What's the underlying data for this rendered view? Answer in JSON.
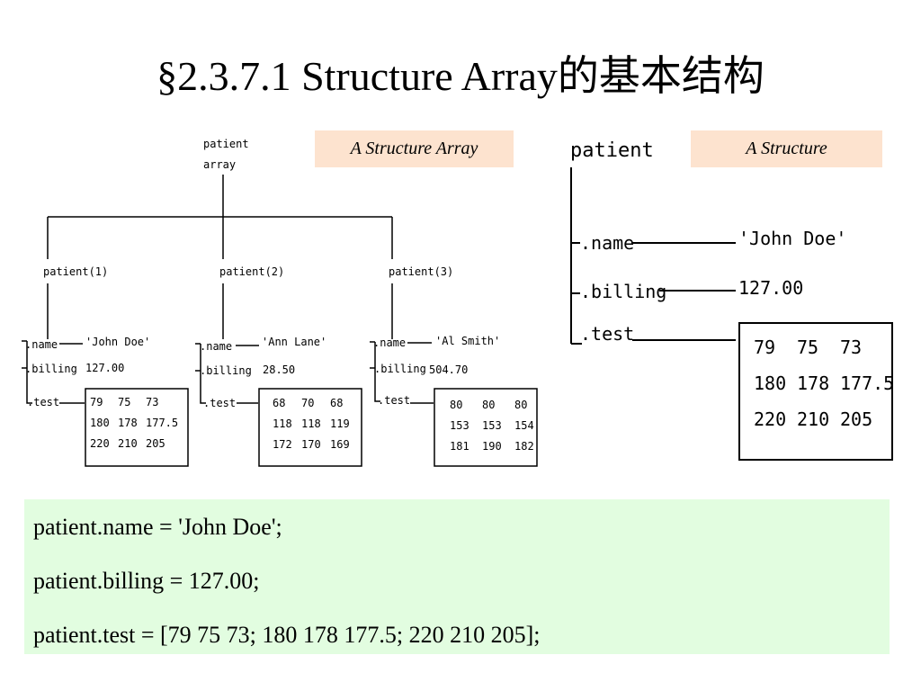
{
  "title": "§2.3.7.1  Structure Array的基本结构",
  "tags": {
    "array": "A Structure Array",
    "structure": "A Structure"
  },
  "array_diagram": {
    "root_line1": "patient",
    "root_line2": "array",
    "elements": [
      {
        "label": "patient(1)",
        "name": "'John Doe'",
        "billing": "127.00",
        "test": [
          [
            "79",
            "75",
            "73"
          ],
          [
            "180",
            "178",
            "177.5"
          ],
          [
            "220",
            "210",
            "205"
          ]
        ]
      },
      {
        "label": "patient(2)",
        "name": "'Ann Lane'",
        "billing": "28.50",
        "test": [
          [
            "68",
            "70",
            "68"
          ],
          [
            "118",
            "118",
            "119"
          ],
          [
            "172",
            "170",
            "169"
          ]
        ]
      },
      {
        "label": "patient(3)",
        "name": "'Al Smith'",
        "billing": "504.70",
        "test": [
          [
            "80",
            "80",
            "80"
          ],
          [
            "153",
            "153",
            "154"
          ],
          [
            "181",
            "190",
            "182"
          ]
        ]
      }
    ],
    "field_labels": {
      "name": ".name",
      "billing": ".billing",
      "test": ".test"
    }
  },
  "structure_diagram": {
    "root": "patient",
    "field_labels": {
      "name": ".name",
      "billing": ".billing",
      "test": ".test"
    },
    "name": "'John Doe'",
    "billing": "127.00",
    "test": [
      [
        "79",
        "75",
        "73"
      ],
      [
        "180",
        "178",
        "177.5"
      ],
      [
        "220",
        "210",
        "205"
      ]
    ]
  },
  "code": [
    "patient.name = 'John Doe';",
    "patient.billing = 127.00;",
    "patient.test = [79 75 73; 180 178 177.5; 220 210 205];"
  ]
}
